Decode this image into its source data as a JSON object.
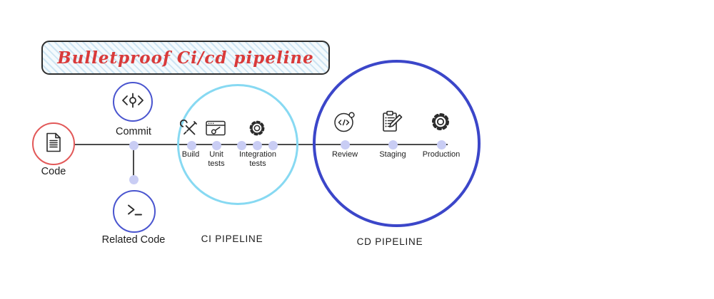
{
  "banner": {
    "title": "Bulletproof Ci/cd pipeline",
    "text_color": "#d93a3a"
  },
  "source_flow": {
    "code": {
      "label": "Code",
      "icon": "document-icon",
      "ring_color": "#e25858"
    },
    "commit": {
      "label": "Commit",
      "icon": "git-commit-icon",
      "ring_color": "#4a55cf"
    },
    "related_code": {
      "label": "Related Code",
      "icon": "terminal-icon",
      "ring_color": "#4a55cf"
    }
  },
  "ci_pipeline": {
    "title": "CI PIPELINE",
    "ring_color": "#87d9f2",
    "steps": [
      {
        "label": "Build",
        "icon": "tools-icon"
      },
      {
        "label": "Unit tests",
        "icon": "browser-test-icon"
      },
      {
        "label": "Integration tests",
        "icon": "gear-icon"
      }
    ]
  },
  "cd_pipeline": {
    "title": "CD PIPELINE",
    "ring_color": "#3b46c9",
    "steps": [
      {
        "label": "Review",
        "icon": "code-review-icon"
      },
      {
        "label": "Staging",
        "icon": "checklist-icon"
      },
      {
        "label": "Production",
        "icon": "gear-icon"
      }
    ]
  },
  "connector": {
    "line_color": "#4a4a4a",
    "dot_color": "#c9cdf4"
  }
}
